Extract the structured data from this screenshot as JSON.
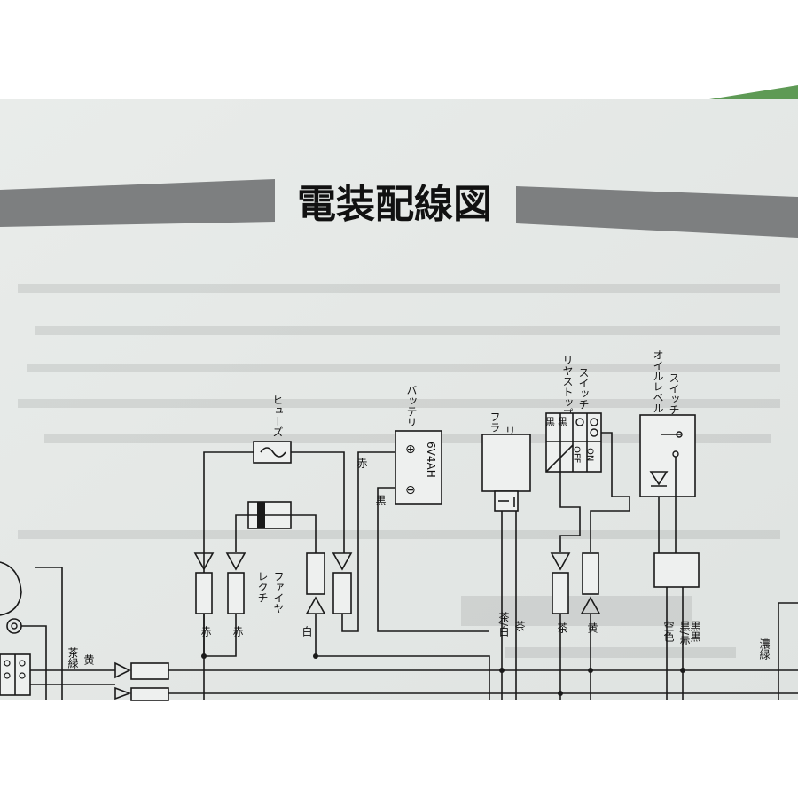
{
  "title": "電装配線図",
  "components": {
    "fuse": "ヒューズ",
    "battery": "バッテリ",
    "battery_rating": "6V4AH",
    "battery_plus": "⊕",
    "battery_minus": "⊖",
    "rectifier_1": "レクチ",
    "rectifier_2": "ファイヤ",
    "flasher_1": "フラッシャ",
    "flasher_2": "リレー",
    "rear_stop_1": "リヤストップ",
    "rear_stop_2": "スイッチ",
    "oil_level_1": "オイルレベル",
    "oil_level_2": "スイッチ",
    "switch_black_1": "黒",
    "switch_black_2": "黒",
    "switch_off": "OFF",
    "switch_on": "ON"
  },
  "wire_labels": {
    "red_battery": "赤",
    "black_battery": "黒",
    "red_left": "赤",
    "red_mid": "赤",
    "white": "白",
    "brown_white": "茶/白",
    "brown": "茶",
    "brown_2": "茶",
    "yellow": "黄",
    "sky_color": "空色",
    "black_black": "黒黒",
    "black_red": "黒/赤",
    "dark_green": "濃緑",
    "brown_green_1": "茶緑",
    "brown_green_2": "黄"
  }
}
